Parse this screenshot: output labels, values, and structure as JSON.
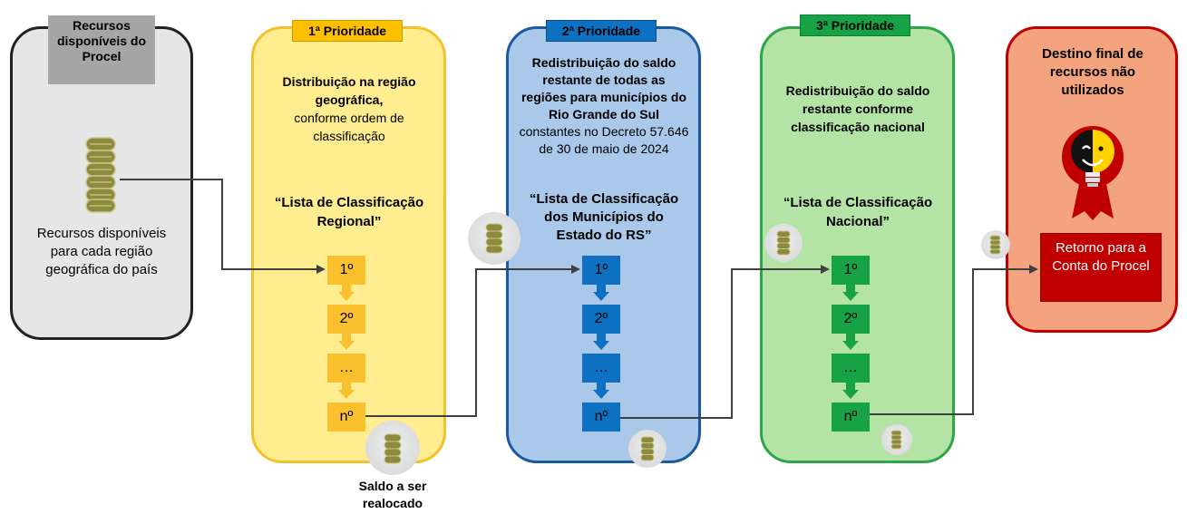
{
  "source": {
    "tag": "Recursos disponíveis do Procel",
    "description": "Recursos disponíveis para cada região geográfica do país"
  },
  "priority1": {
    "tag": "1ª Prioridade",
    "title_bold": "Distribuição na região geográfica,",
    "title_normal": "conforme ordem de classificação",
    "list_name": "“Lista de Classificação Regional”",
    "steps": [
      "1º",
      "2º",
      "…",
      "nº"
    ]
  },
  "priority2": {
    "tag": "2ª Prioridade",
    "title_bold": "Redistribuição do saldo restante de todas as regiões para municípios do Rio Grande do Sul",
    "title_normal": "constantes no Decreto 57.646 de 30 de maio de 2024",
    "list_name": "“Lista de Classificação dos Municípios do Estado do RS”",
    "steps": [
      "1º",
      "2º",
      "…",
      "nº"
    ]
  },
  "priority3": {
    "tag": "3ª Prioridade",
    "title_bold": "Redistribuição do saldo restante conforme classificação nacional",
    "list_name": "“Lista de Classificação Nacional”",
    "steps": [
      "1º",
      "2º",
      "…",
      "nº"
    ]
  },
  "final": {
    "title": "Destino final de recursos não utilizados",
    "return_label": "Retorno para a Conta do Procel",
    "icon": "procel-seal-lightbulb-icon"
  },
  "balance_label": "Saldo a ser realocado",
  "colors": {
    "source_bg": "#e6e6e6",
    "source_tag": "#a6a6a6",
    "p1_bg": "#ffed8f",
    "p1_border": "#f2c12e",
    "p1_step": "#fbc02d",
    "p2_bg": "#a9c8ea",
    "p2_border": "#1a5aa0",
    "p2_step": "#0e70c0",
    "p3_bg": "#b4e3a6",
    "p3_border": "#2ea54a",
    "p3_step": "#17a247",
    "final_bg": "#f4a37f",
    "final_border": "#c00000",
    "final_box": "#c00000",
    "coin": "#8c8a3c",
    "connector": "#404040"
  }
}
